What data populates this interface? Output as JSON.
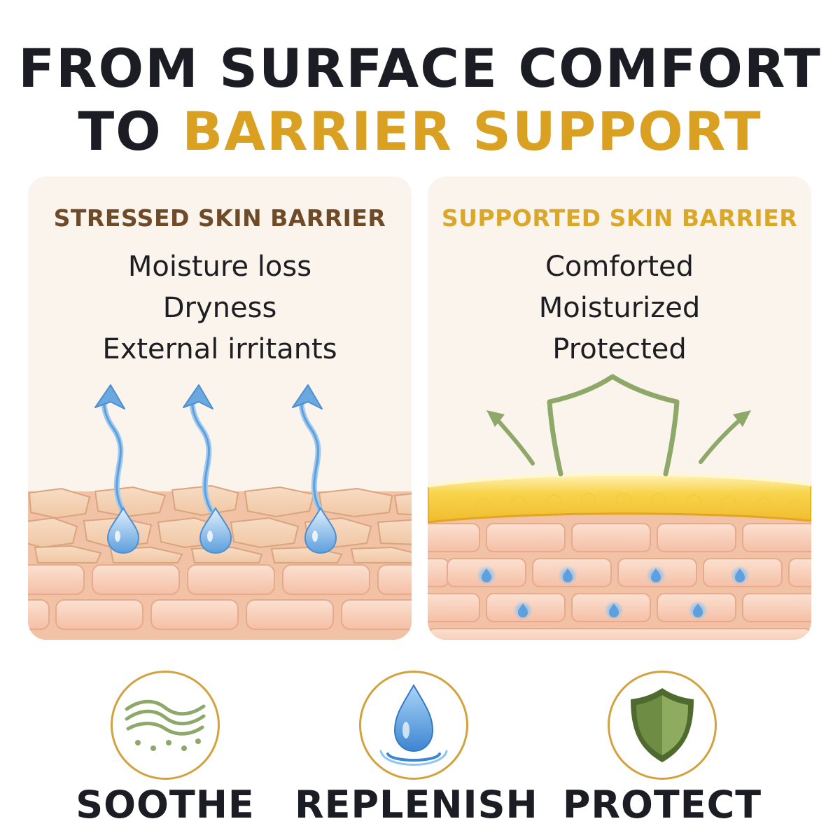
{
  "header": {
    "line1": "FROM SURFACE COMFORT",
    "line2_prefix": "TO ",
    "line2_accent": "BARRIER SUPPORT"
  },
  "left_panel": {
    "title": "STRESSED SKIN BARRIER",
    "items": [
      "Moisture loss",
      "Dryness",
      "External irritants"
    ]
  },
  "right_panel": {
    "title": "SUPPORTED SKIN BARRIER",
    "items": [
      "Comforted",
      "Moisturized",
      "Protected"
    ]
  },
  "benefits": [
    {
      "label": "SOOTHE",
      "icon": "soothe-waves-icon"
    },
    {
      "label": "REPLENISH",
      "icon": "water-drop-icon"
    },
    {
      "label": "PROTECT",
      "icon": "shield-icon"
    }
  ],
  "colors": {
    "heading_dark": "#1c1d24",
    "accent_gold": "#d9a021",
    "stressed_title": "#6e4a28",
    "panel_bg": "#faf4ec",
    "skin_cell": "#f7c6ad",
    "water_blue": "#6aa9e0",
    "shield_green": "#7a9a4e"
  }
}
